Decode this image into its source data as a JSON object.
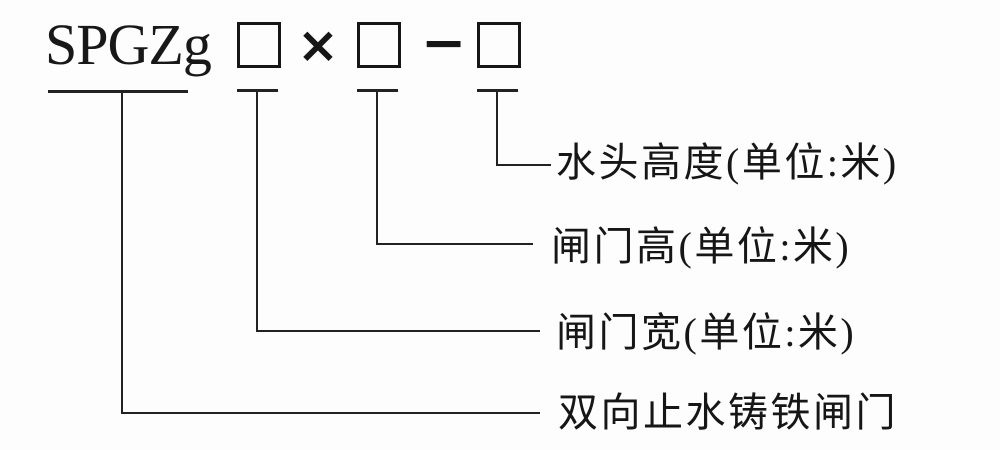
{
  "legend": {
    "model_prefix": "SPGZg",
    "multiply_sign": "×",
    "dash_sign": "−",
    "labels": {
      "head_height": "水头高度(单位:米)",
      "gate_height": "闸门高(单位:米)",
      "gate_width": "闸门宽(单位:米)",
      "product_name": "双向止水铸铁闸门"
    }
  },
  "colors": {
    "ink": "#161616",
    "background": "#fdfdfd"
  }
}
